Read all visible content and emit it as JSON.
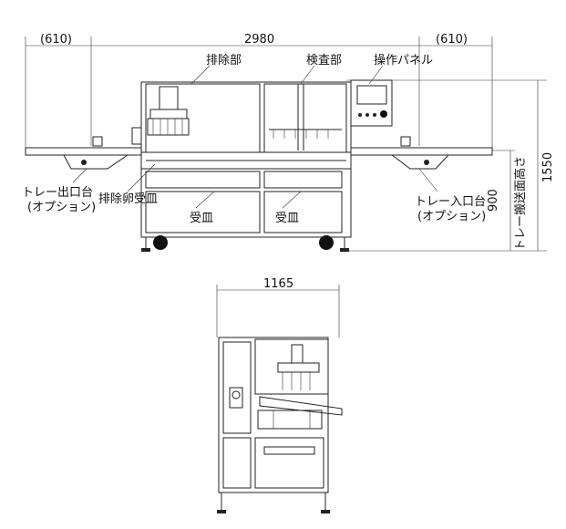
{
  "front_view": {
    "dimensions": {
      "left_option": "(610)",
      "main_width": "2980",
      "right_option": "(610)",
      "total_height": "1550",
      "tray_height": "900"
    },
    "labels": {
      "reject_unit": "排除部",
      "inspection_unit": "検査部",
      "control_panel": "操作パネル",
      "tray_exit_line1": "トレー出口台",
      "tray_exit_line2": "(オプション)",
      "reject_egg_pan": "排除卵受皿",
      "catch_pan_left": "受皿",
      "catch_pan_right": "受皿",
      "tray_entry_line1": "トレー入口台",
      "tray_entry_line2": "(オプション)",
      "tray_height_label": "トレー搬送面高さ"
    }
  },
  "side_view": {
    "dimensions": {
      "width": "1165"
    }
  }
}
